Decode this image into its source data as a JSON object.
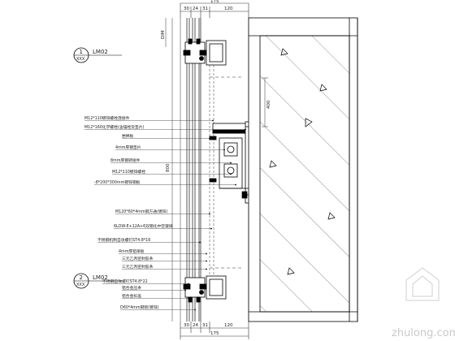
{
  "top_dims": {
    "d1": "30",
    "d2": "24",
    "d3": "31",
    "d4": "120",
    "d5": "175"
  },
  "bottom_dims": {
    "d1": "30",
    "d2": "24",
    "d3": "31",
    "d4": "120",
    "d5": "175"
  },
  "vertical_dims": {
    "left_top": "DIM",
    "mid": "800",
    "right": "400"
  },
  "section_tags": [
    {
      "number": "1",
      "ref": "LM02",
      "sheet": "XXX"
    },
    {
      "number": "2",
      "ref": "LM02",
      "sheet": "XXX"
    }
  ],
  "notes": [
    "M12*110镀锌螺栓连接件",
    "M12*160化学螺栓(含锚栓及垫片)",
    "岩棉板",
    "4mm厚钢垫片",
    "8mm厚钢转接件",
    "M12*110镀锌螺栓",
    "-8*200*300mm镀锌钢板",
    "M120*60*4mm钢方通(镀锌)",
    "6LOW-E+12A+6双钢化中空玻璃",
    "不锈钢机制自攻螺钉ST4.8*16",
    "4mm厚铝单板",
    "三元乙丙密封胶条",
    "三元乙丙密封胶条",
    "不锈钢自攻螺钉ST4.8*22",
    "铝合金压条",
    "铝合金扣盖",
    "D60*4mm钢管(镀锌)"
  ],
  "watermark": "zhulong.com"
}
